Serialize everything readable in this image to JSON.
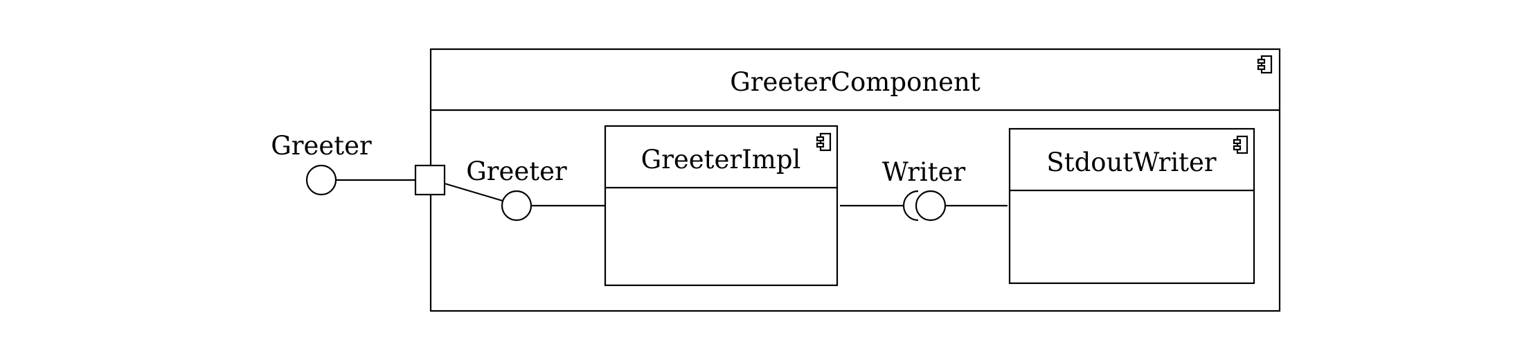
{
  "diagram": {
    "container": {
      "title": "GreeterComponent",
      "icon": "uml-component-icon"
    },
    "external_interface": {
      "label": "Greeter"
    },
    "inner_interface": {
      "label": "Greeter"
    },
    "components": [
      {
        "title": "GreeterImpl",
        "icon": "uml-component-icon"
      },
      {
        "title": "StdoutWriter",
        "icon": "uml-component-icon"
      }
    ],
    "assembly_connector": {
      "label": "Writer"
    }
  }
}
